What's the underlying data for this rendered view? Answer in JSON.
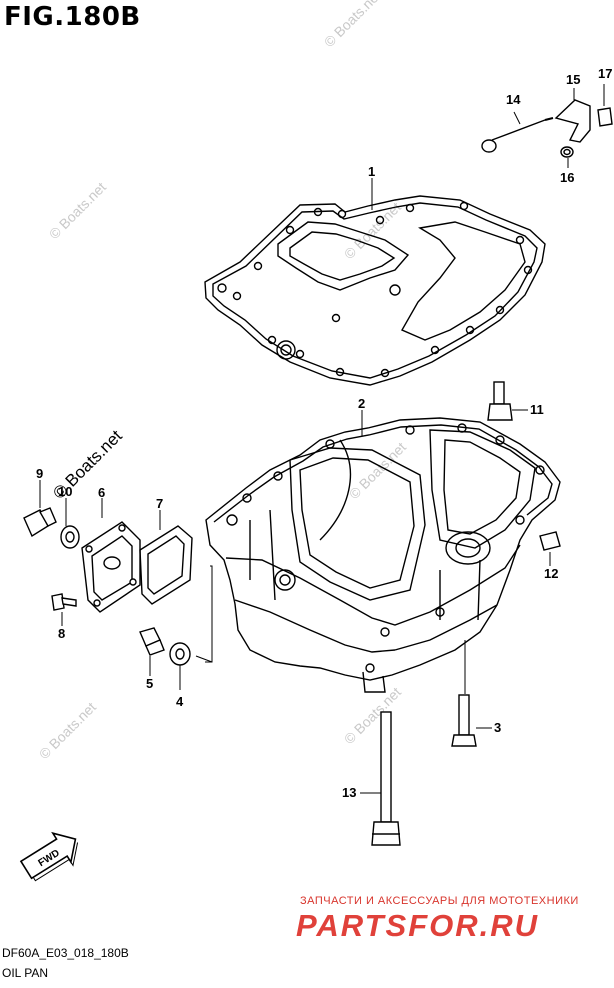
{
  "figure": {
    "title": "FIG.180B",
    "code": "DF60A_E03_018_180B",
    "name": "OIL PAN"
  },
  "callouts": [
    "1",
    "2",
    "3",
    "4",
    "5",
    "6",
    "7",
    "8",
    "9",
    "10",
    "11",
    "12",
    "13",
    "14",
    "15",
    "16",
    "17"
  ],
  "arrow_label": "FWD",
  "watermark": "© Boats.net",
  "promo": {
    "line": "ЗАПЧАСТИ И АКСЕССУАРЫ ДЛЯ МОТОТЕХНИКИ",
    "brand": "PARTSFOR.RU"
  },
  "colors": {
    "line": "#000000",
    "watermark": "#c9c9c9",
    "promo": "#e0413a"
  }
}
